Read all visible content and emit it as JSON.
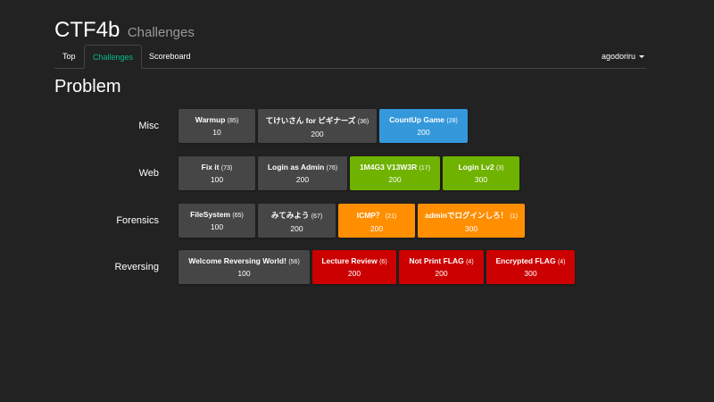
{
  "brand": {
    "title": "CTF4b",
    "subtitle": "Challenges"
  },
  "nav": {
    "tabs": [
      {
        "label": "Top"
      },
      {
        "label": "Challenges"
      },
      {
        "label": "Scoreboard"
      }
    ],
    "active_tab": "Challenges",
    "user": "agodoriru"
  },
  "heading": "Problem",
  "colors": {
    "background": "#222222",
    "unsolved": "#464646",
    "misc": "#3498db",
    "web": "#6fb200",
    "forensics": "#ff8e00",
    "reversing": "#cc0000",
    "active_tab": "#00bc8c"
  },
  "categories": [
    {
      "name": "Misc",
      "challenges": [
        {
          "title": "Warmup",
          "count": "(85)",
          "points": "10",
          "status": "unsolved"
        },
        {
          "title": "てけいさん for ビギナーズ",
          "count": "(36)",
          "points": "200",
          "status": "unsolved"
        },
        {
          "title": "CountUp Game",
          "count": "(28)",
          "points": "200",
          "status": "solved"
        }
      ]
    },
    {
      "name": "Web",
      "challenges": [
        {
          "title": "Fix it",
          "count": "(73)",
          "points": "100",
          "status": "unsolved"
        },
        {
          "title": "Login as Admin",
          "count": "(76)",
          "points": "200",
          "status": "unsolved"
        },
        {
          "title": "1M4G3 V13W3R",
          "count": "(17)",
          "points": "200",
          "status": "solved"
        },
        {
          "title": "Login Lv2",
          "count": "(3)",
          "points": "300",
          "status": "solved"
        }
      ]
    },
    {
      "name": "Forensics",
      "challenges": [
        {
          "title": "FileSystem",
          "count": "(65)",
          "points": "100",
          "status": "unsolved"
        },
        {
          "title": "みてみよう",
          "count": "(67)",
          "points": "200",
          "status": "unsolved"
        },
        {
          "title": "ICMP？",
          "count": "(21)",
          "points": "200",
          "status": "solved"
        },
        {
          "title": "adminでログインしろ！",
          "count": "(1)",
          "points": "300",
          "status": "solved"
        }
      ]
    },
    {
      "name": "Reversing",
      "challenges": [
        {
          "title": "Welcome Reversing World!",
          "count": "(56)",
          "points": "100",
          "status": "unsolved"
        },
        {
          "title": "Lecture Review",
          "count": "(6)",
          "points": "200",
          "status": "solved"
        },
        {
          "title": "Not Print FLAG",
          "count": "(4)",
          "points": "200",
          "status": "solved"
        },
        {
          "title": "Encrypted FLAG",
          "count": "(4)",
          "points": "300",
          "status": "solved"
        }
      ]
    }
  ]
}
